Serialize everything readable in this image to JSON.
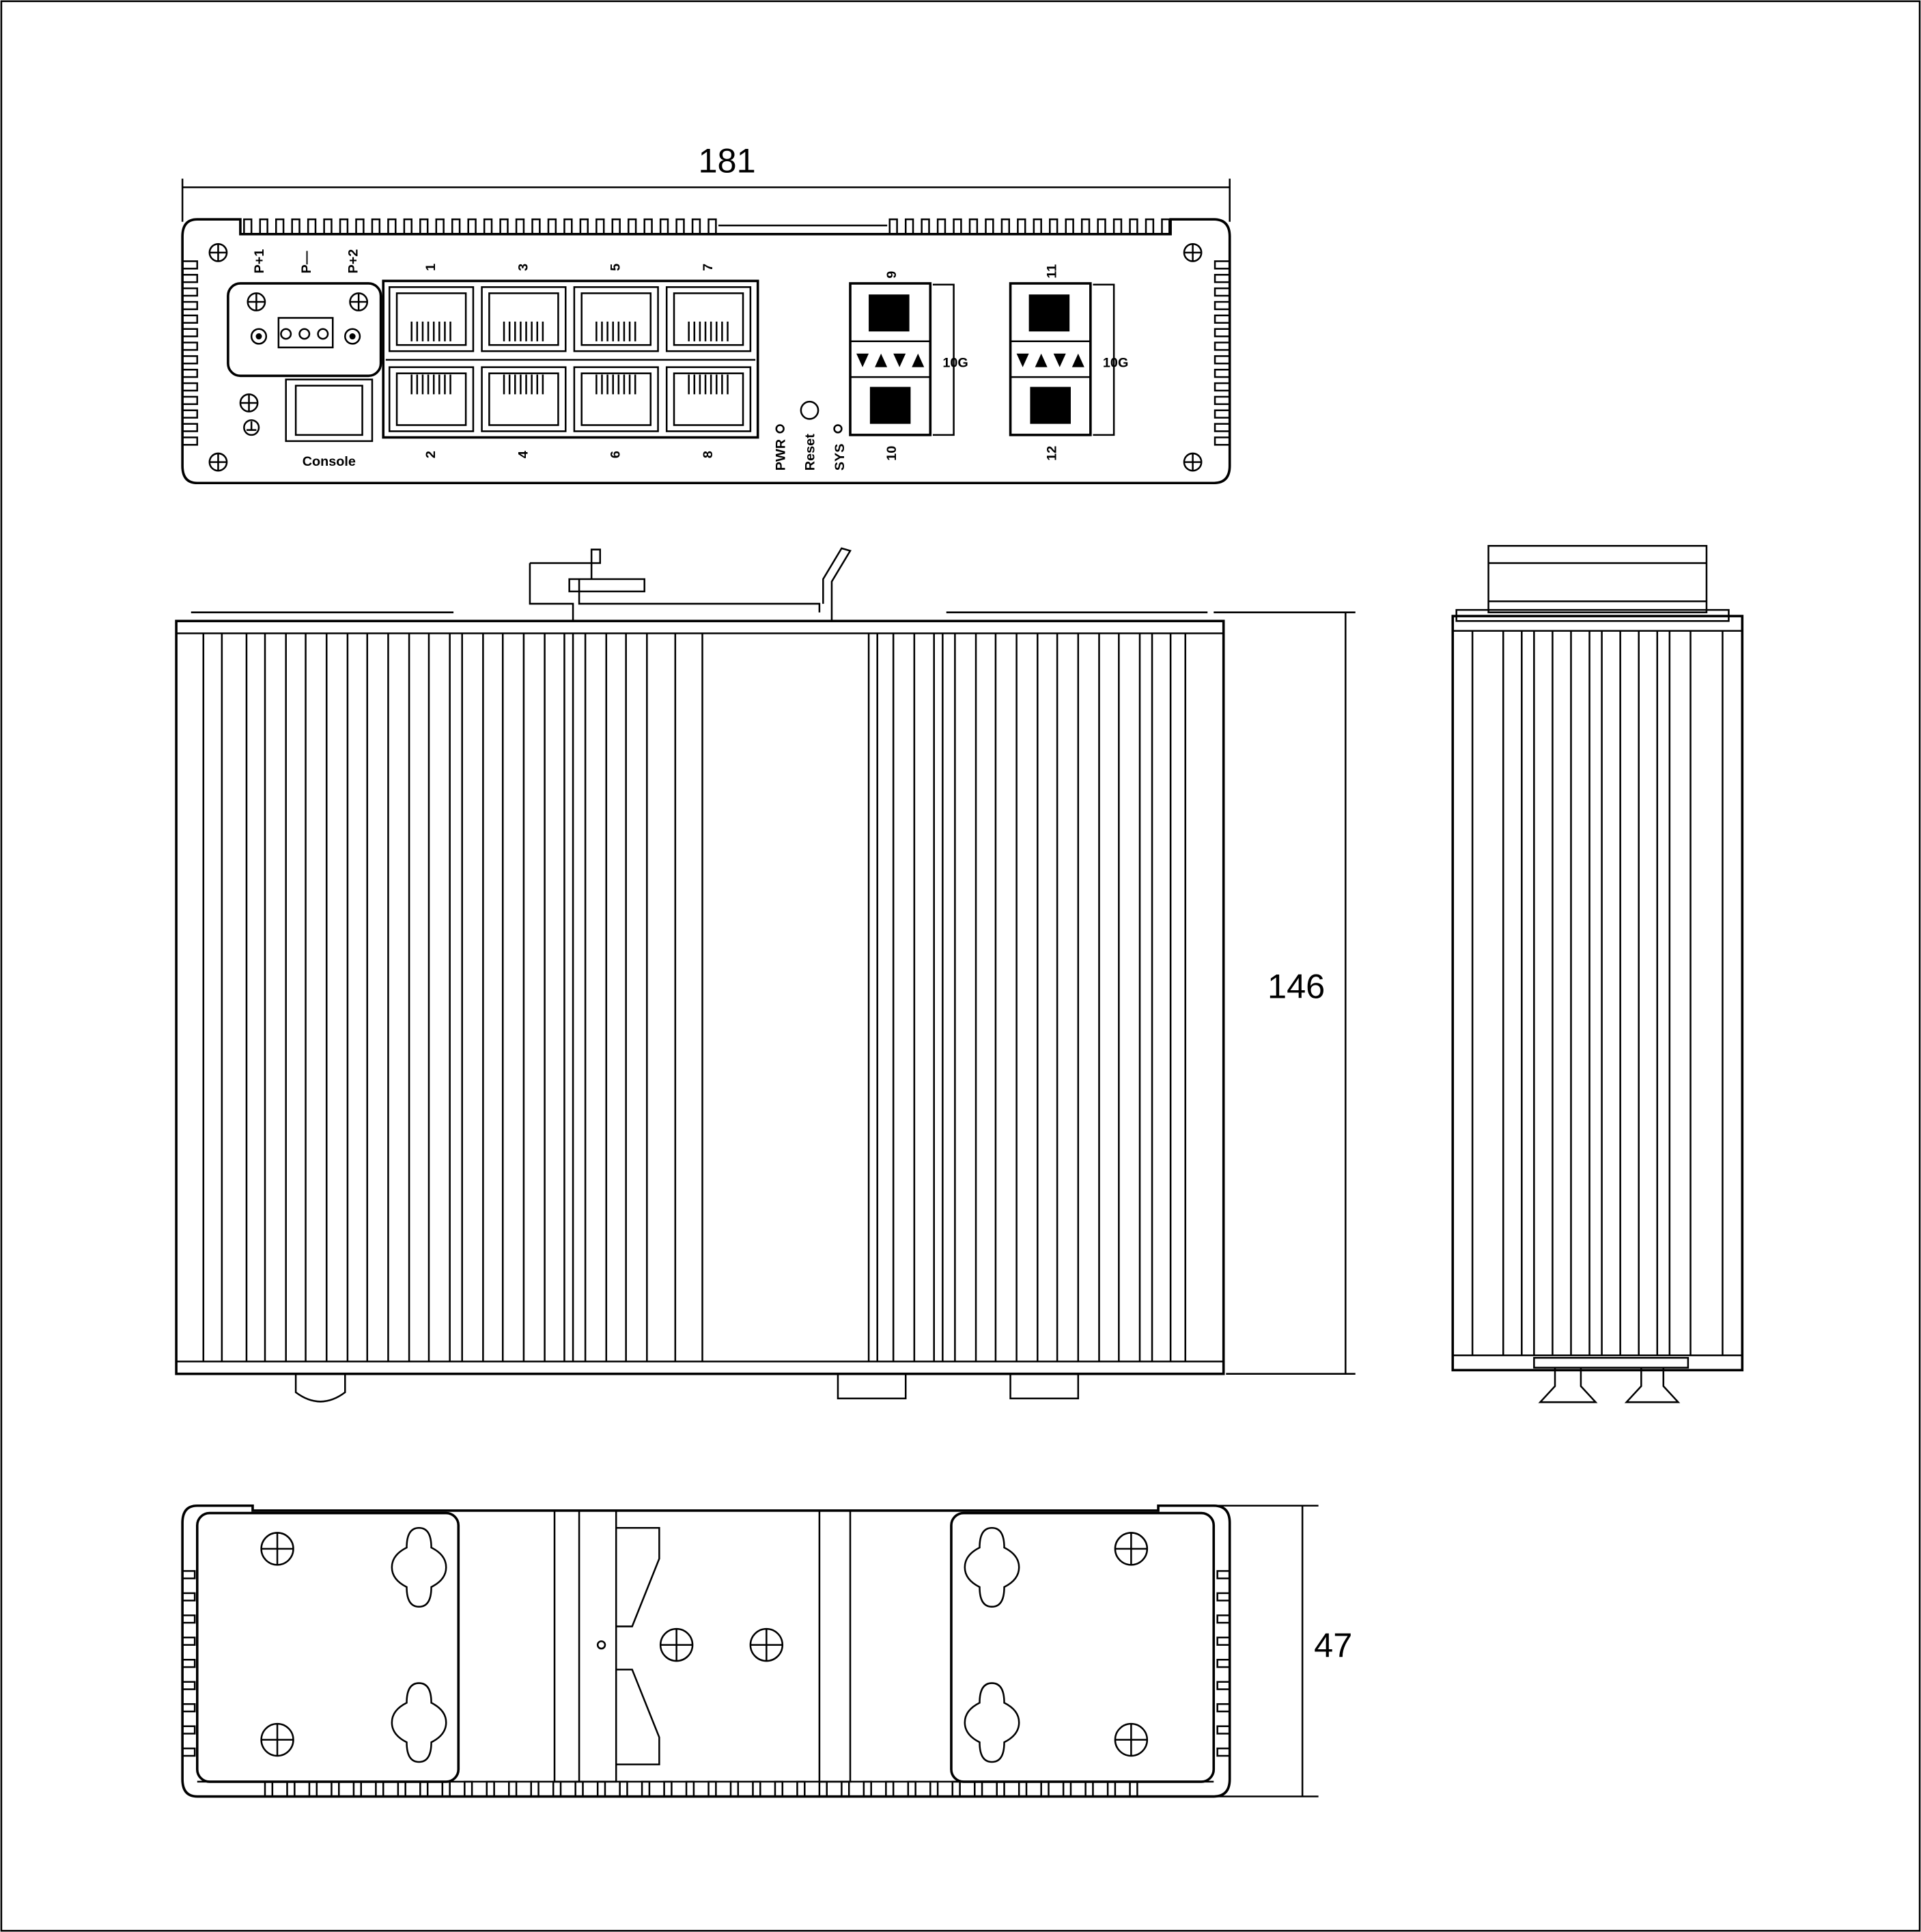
{
  "dimensions": {
    "width": "181",
    "height": "146",
    "depth": "47"
  },
  "front_panel": {
    "power_labels": [
      "P+1",
      "P—",
      "P+2"
    ],
    "console_label": "Console",
    "rj45_top_labels": [
      "1",
      "3",
      "5",
      "7"
    ],
    "rj45_bottom_labels": [
      "2",
      "4",
      "6",
      "8"
    ],
    "led_labels": [
      "PWR",
      "Reset",
      "SYS"
    ],
    "sfp_groups": [
      {
        "top": "9",
        "bottom": "10",
        "speed": "10G"
      },
      {
        "top": "11",
        "bottom": "12",
        "speed": "10G"
      }
    ]
  },
  "colors": {
    "line": "#000000",
    "background": "#ffffff"
  }
}
